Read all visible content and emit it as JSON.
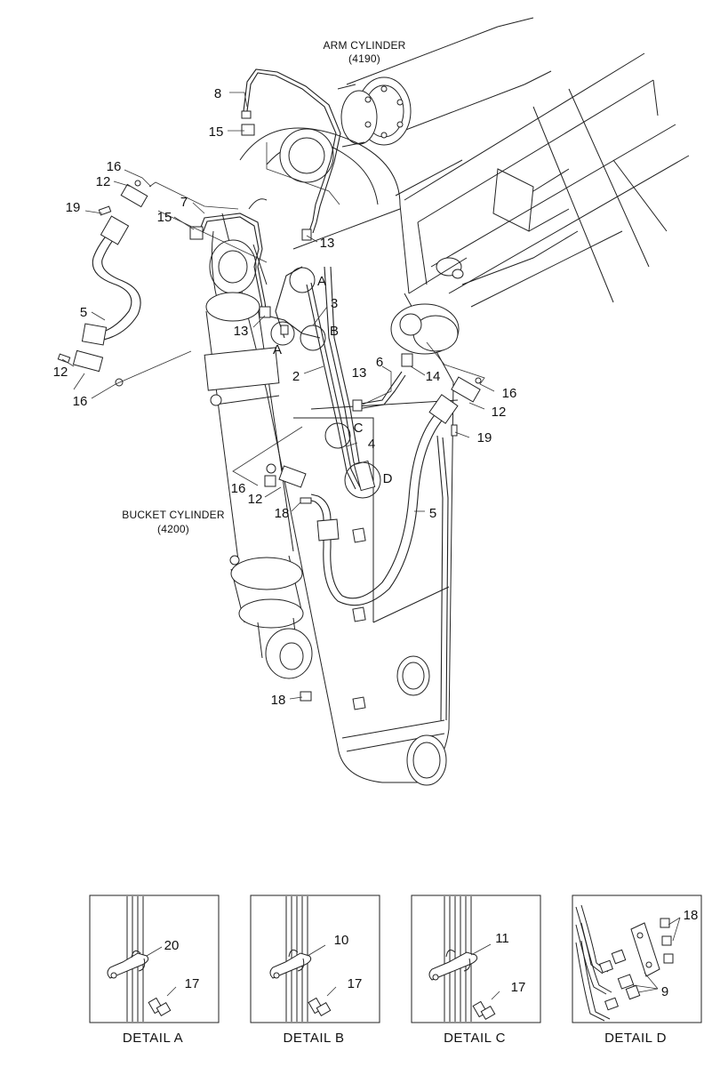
{
  "captions": {
    "arm_cylinder": "ARM CYLINDER",
    "arm_cylinder_code": "(4190)",
    "bucket_cylinder": "BUCKET CYLINDER",
    "bucket_cylinder_code": "(4200)"
  },
  "part_labels": [
    "8",
    "15",
    "16",
    "12",
    "19",
    "7",
    "15",
    "13",
    "A",
    "3",
    "5",
    "13",
    "A",
    "B",
    "2",
    "6",
    "13",
    "14",
    "16",
    "12",
    "19",
    "12",
    "16",
    "C",
    "4",
    "D",
    "16",
    "12",
    "18",
    "5",
    "18"
  ],
  "details": [
    {
      "caption": "DETAIL  A",
      "parts": [
        "20",
        "17"
      ]
    },
    {
      "caption": "DETAIL  B",
      "parts": [
        "10",
        "17"
      ]
    },
    {
      "caption": "DETAIL  C",
      "parts": [
        "11",
        "17"
      ]
    },
    {
      "caption": "DETAIL  D",
      "parts": [
        "18",
        "9"
      ]
    }
  ]
}
